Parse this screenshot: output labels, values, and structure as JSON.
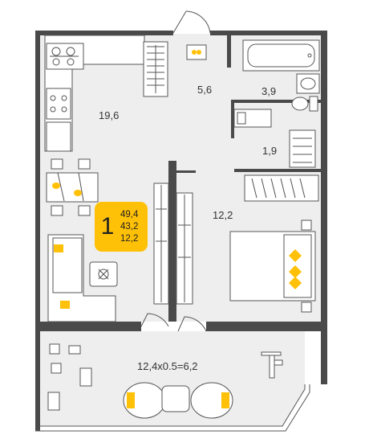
{
  "colors": {
    "accent": "#FFC107",
    "wall": "#4a4a4a",
    "floor": "#EEEEEE",
    "line": "#555555",
    "white": "#ffffff"
  },
  "badge": {
    "rooms": "1",
    "total_area": "49,4",
    "living_area": "43,2",
    "kitchen_area": "12,2"
  },
  "rooms": {
    "kitchen_living": "19,6",
    "hall": "5,6",
    "bathroom": "3,9",
    "wc": "1,9",
    "bedroom": "12,2",
    "balcony": "12,4x0.5=6,2"
  }
}
